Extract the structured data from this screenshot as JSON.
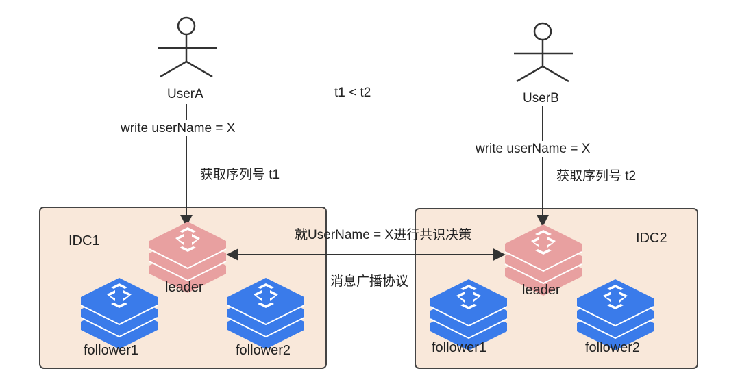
{
  "time_relation": "t1 < t2",
  "protocol_label": "消息广播协议",
  "consensus_label": "就UserName = X进行共识决策",
  "colors": {
    "idc_fill": "#f9e8da",
    "idc_stroke": "#444444",
    "leader": "#e8a0a0",
    "follower": "#3a7bea",
    "line": "#333333"
  },
  "users": [
    {
      "name": "UserA",
      "action": "write userName = X",
      "sequence": "获取序列号 t1"
    },
    {
      "name": "UserB",
      "action": "write userName = X",
      "sequence": "获取序列号 t2"
    }
  ],
  "idcs": [
    {
      "name": "IDC1",
      "leader": "leader",
      "followers": [
        "follower1",
        "follower2"
      ]
    },
    {
      "name": "IDC2",
      "leader": "leader",
      "followers": [
        "follower1",
        "follower2"
      ]
    }
  ]
}
